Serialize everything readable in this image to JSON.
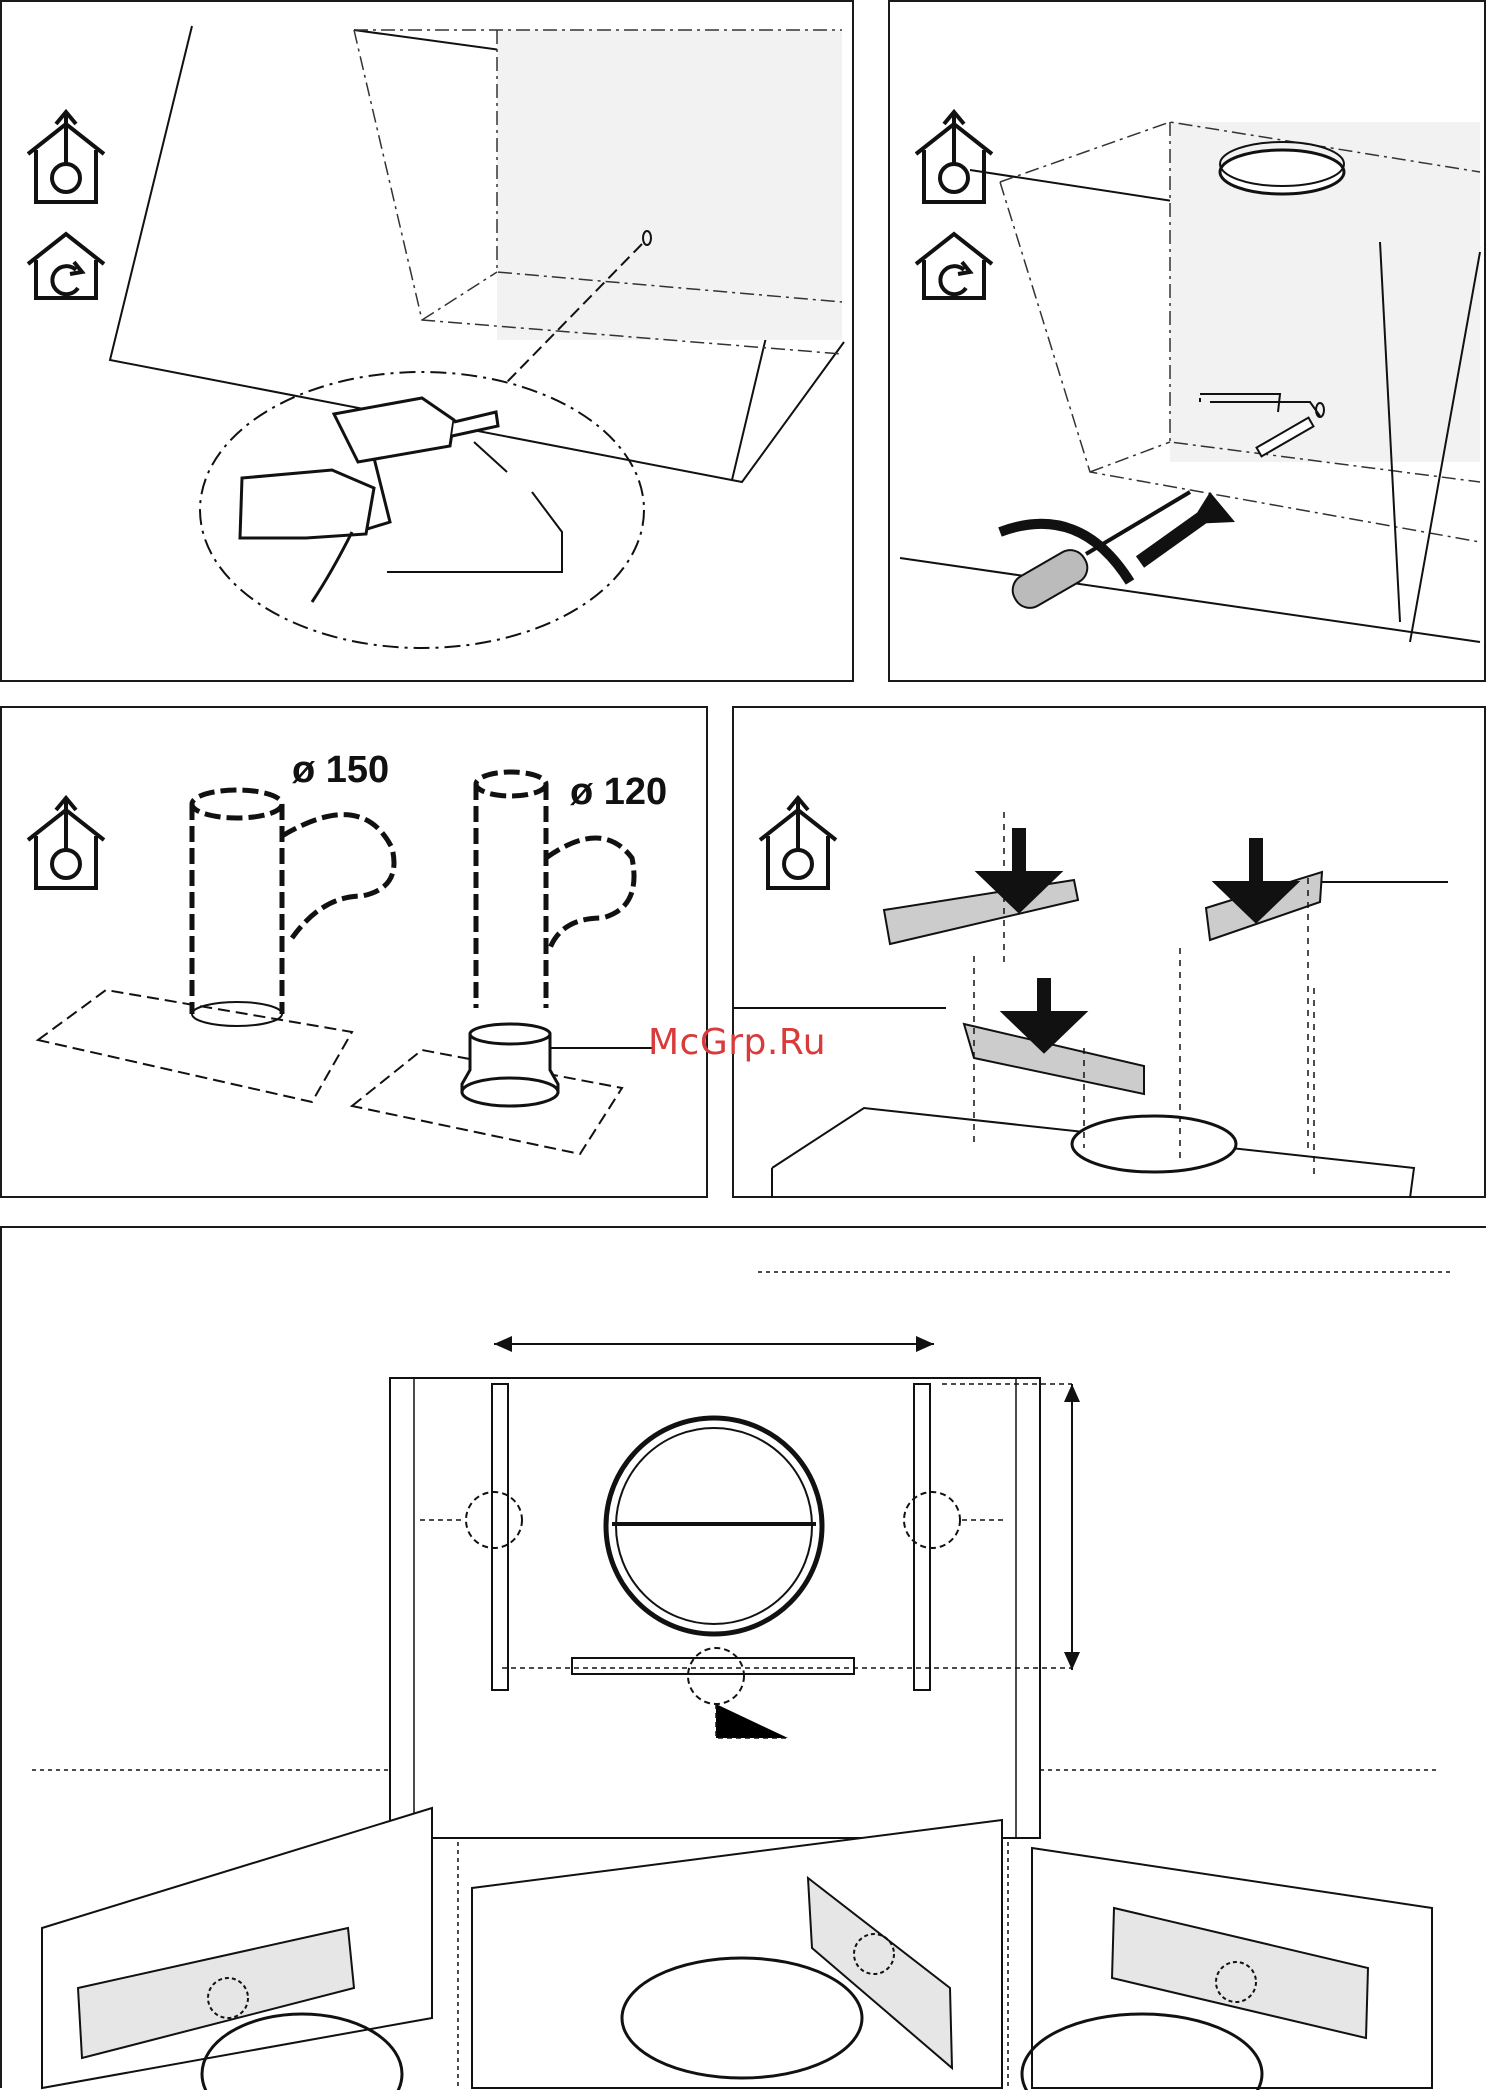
{
  "watermark": "McGrp.Ru",
  "duct_sizes": {
    "large": "ø 150",
    "small": "ø 120"
  },
  "icons": {
    "ducted_mode": "ducted-mode-icon",
    "recirculation_mode": "recirculation-mode-icon"
  }
}
